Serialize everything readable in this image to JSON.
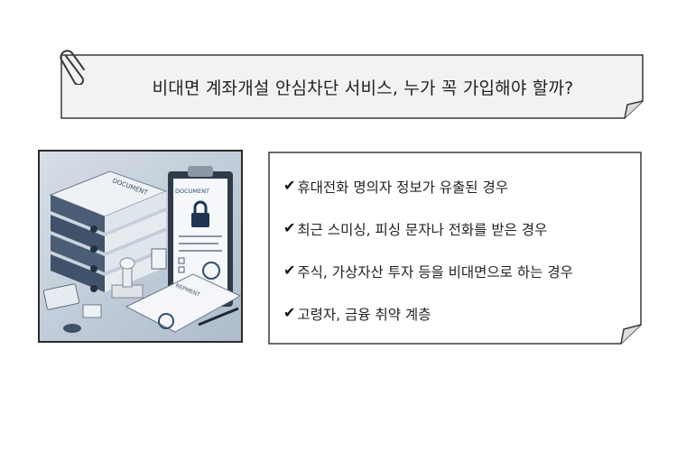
{
  "title": "비대면 계좌개설 안심차단 서비스, 누가 꼭 가입해야 할까?",
  "checkmark_symbol": "✔",
  "items": [
    " 휴대전화 명의자 정보가 유출된 경우",
    "최근 스미싱, 피싱 문자나 전화를 받은 경우",
    "주식, 가상자산 투자 등을 비대면으로 하는 경우",
    "고령자, 금융 취약 계층"
  ],
  "illustration": {
    "folder_label": "DOCUMENT",
    "clipboard_label": "DOCUMENT",
    "paper_label": "REPMENT"
  },
  "colors": {
    "card_fill": "#f2f2f2",
    "card_border": "#3a3a3a",
    "illustration_bg": "#c9d3de"
  }
}
